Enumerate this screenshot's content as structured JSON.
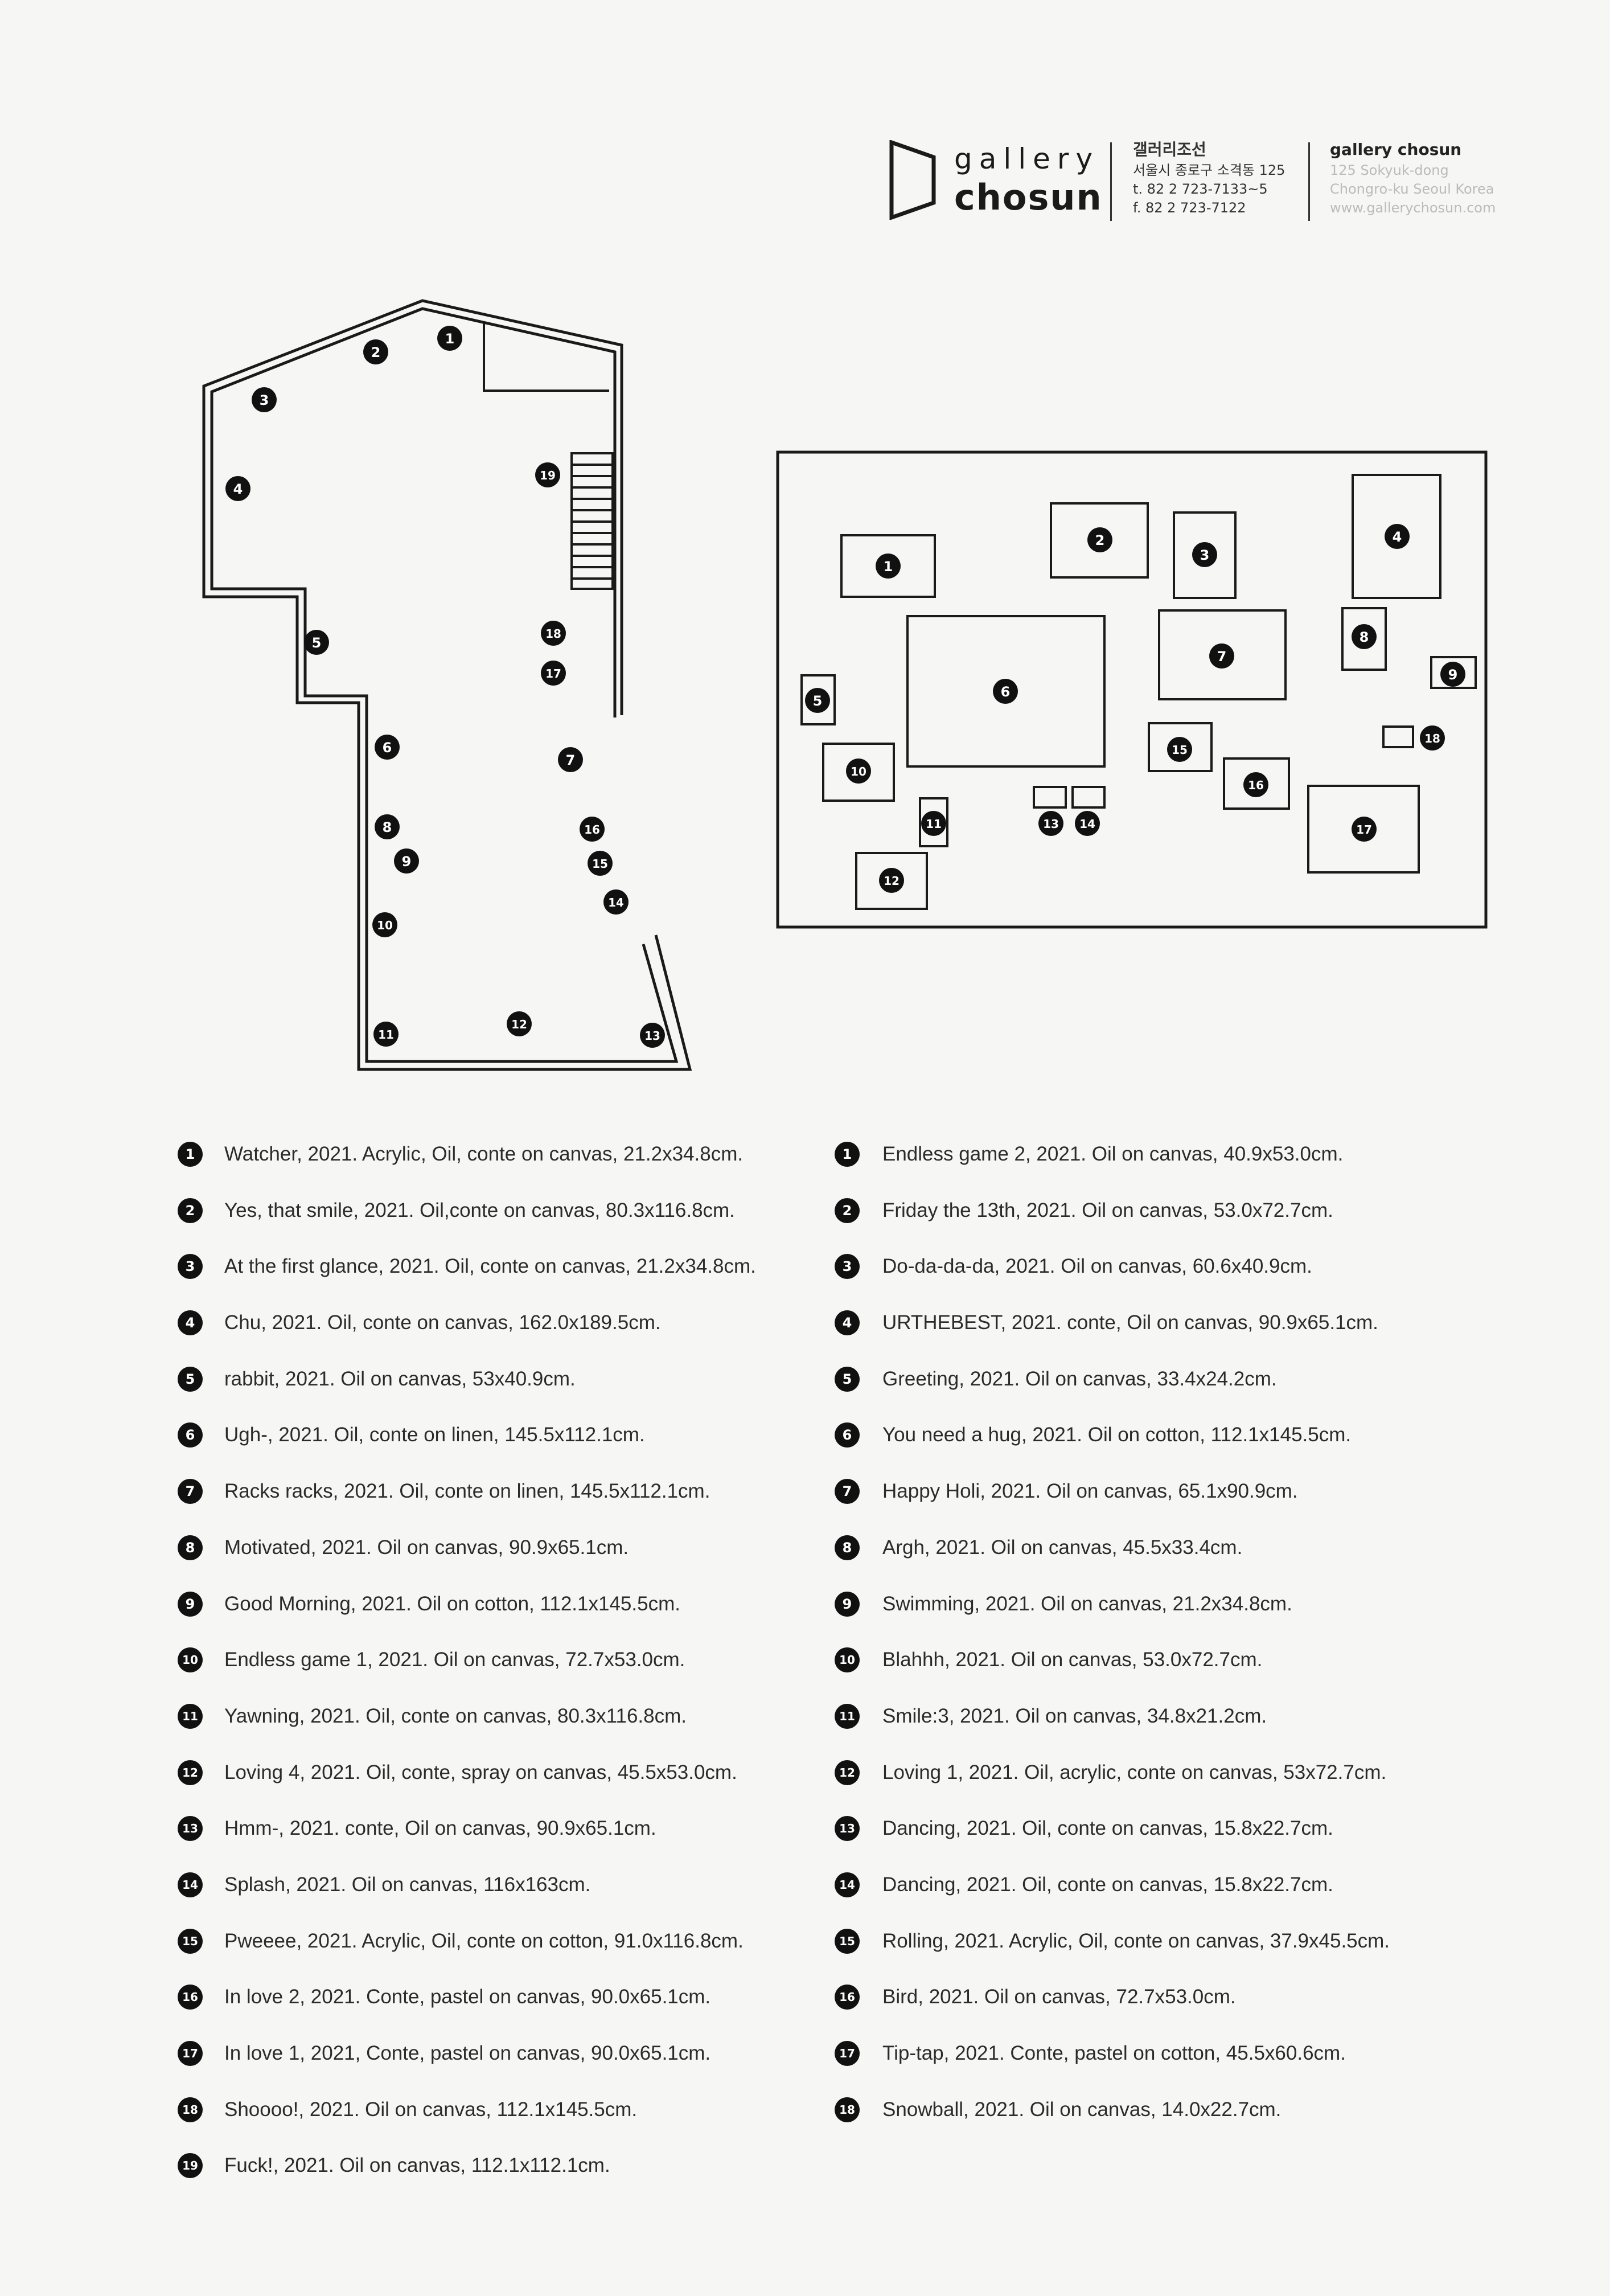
{
  "header": {
    "logo_word1": "gallery",
    "logo_word2": "chosun",
    "kr_name": "갤러리조선",
    "kr_address": "서울시 종로구 소격동 125",
    "kr_tel": "t. 82 2 723-7133~5",
    "kr_fax": "f. 82 2 723-7122",
    "en_name": "gallery chosun",
    "en_address": "125 Sokyuk-dong",
    "en_city": "Chongro-ku Seoul Korea",
    "en_web": "www.gallerychosun.com"
  },
  "floor_plan_1": {
    "markers": [
      "1",
      "2",
      "3",
      "4",
      "5",
      "6",
      "7",
      "8",
      "9",
      "10",
      "11",
      "12",
      "13",
      "14",
      "15",
      "16",
      "17",
      "18",
      "19"
    ]
  },
  "floor_plan_2": {
    "markers": [
      "1",
      "2",
      "3",
      "4",
      "5",
      "6",
      "7",
      "8",
      "9",
      "10",
      "11",
      "12",
      "13",
      "14",
      "15",
      "16",
      "17",
      "18"
    ]
  },
  "works_left": [
    {
      "num": "1",
      "text": "Watcher, 2021. Acrylic, Oil, conte on canvas, 21.2x34.8cm."
    },
    {
      "num": "2",
      "text": "Yes, that smile, 2021. Oil,conte on canvas, 80.3x116.8cm."
    },
    {
      "num": "3",
      "text": "At the first glance, 2021. Oil, conte on canvas, 21.2x34.8cm."
    },
    {
      "num": "4",
      "text": "Chu, 2021. Oil, conte on canvas, 162.0x189.5cm."
    },
    {
      "num": "5",
      "text": "rabbit, 2021. Oil on canvas, 53x40.9cm."
    },
    {
      "num": "6",
      "text": "Ugh-, 2021. Oil, conte on linen, 145.5x112.1cm."
    },
    {
      "num": "7",
      "text": "Racks racks, 2021. Oil, conte on linen, 145.5x112.1cm."
    },
    {
      "num": "8",
      "text": "Motivated, 2021. Oil on canvas, 90.9x65.1cm."
    },
    {
      "num": "9",
      "text": "Good Morning, 2021. Oil on cotton, 112.1x145.5cm."
    },
    {
      "num": "10",
      "text": "Endless game 1, 2021. Oil on canvas, 72.7x53.0cm."
    },
    {
      "num": "11",
      "text": "Yawning, 2021. Oil, conte on canvas, 80.3x116.8cm."
    },
    {
      "num": "12",
      "text": "Loving 4, 2021. Oil, conte, spray on canvas, 45.5x53.0cm."
    },
    {
      "num": "13",
      "text": "Hmm-, 2021. conte, Oil on canvas, 90.9x65.1cm."
    },
    {
      "num": "14",
      "text": "Splash, 2021. Oil on canvas, 116x163cm."
    },
    {
      "num": "15",
      "text": "Pweeee, 2021. Acrylic, Oil, conte on cotton, 91.0x116.8cm."
    },
    {
      "num": "16",
      "text": "In love 2, 2021. Conte, pastel on canvas, 90.0x65.1cm."
    },
    {
      "num": "17",
      "text": "In love 1, 2021, Conte, pastel on canvas, 90.0x65.1cm."
    },
    {
      "num": "18",
      "text": "Shoooo!, 2021. Oil on canvas, 112.1x145.5cm."
    },
    {
      "num": "19",
      "text": "Fuck!, 2021. Oil on canvas, 112.1x112.1cm."
    }
  ],
  "works_right": [
    {
      "num": "1",
      "text": "Endless game 2, 2021. Oil on canvas, 40.9x53.0cm."
    },
    {
      "num": "2",
      "text": "Friday the 13th, 2021. Oil on canvas, 53.0x72.7cm."
    },
    {
      "num": "3",
      "text": "Do-da-da-da, 2021. Oil on canvas, 60.6x40.9cm."
    },
    {
      "num": "4",
      "text": "URTHEBEST, 2021. conte, Oil on canvas, 90.9x65.1cm."
    },
    {
      "num": "5",
      "text": "Greeting, 2021. Oil on canvas, 33.4x24.2cm."
    },
    {
      "num": "6",
      "text": "You need a hug, 2021. Oil on cotton, 112.1x145.5cm."
    },
    {
      "num": "7",
      "text": "Happy Holi, 2021. Oil on canvas, 65.1x90.9cm."
    },
    {
      "num": "8",
      "text": "Argh, 2021. Oil on canvas, 45.5x33.4cm."
    },
    {
      "num": "9",
      "text": "Swimming, 2021. Oil on canvas, 21.2x34.8cm."
    },
    {
      "num": "10",
      "text": "Blahhh, 2021. Oil on canvas, 53.0x72.7cm."
    },
    {
      "num": "11",
      "text": "Smile:3, 2021. Oil on canvas, 34.8x21.2cm."
    },
    {
      "num": "12",
      "text": "Loving 1, 2021. Oil, acrylic, conte on canvas, 53x72.7cm."
    },
    {
      "num": "13",
      "text": "Dancing, 2021. Oil, conte on canvas, 15.8x22.7cm."
    },
    {
      "num": "14",
      "text": "Dancing, 2021. Oil, conte on canvas, 15.8x22.7cm."
    },
    {
      "num": "15",
      "text": "Rolling, 2021. Acrylic, Oil, conte on canvas, 37.9x45.5cm."
    },
    {
      "num": "16",
      "text": "Bird, 2021. Oil on canvas, 72.7x53.0cm."
    },
    {
      "num": "17",
      "text": "Tip-tap, 2021. Conte, pastel on cotton, 45.5x60.6cm."
    },
    {
      "num": "18",
      "text": "Snowball, 2021. Oil on canvas, 14.0x22.7cm."
    }
  ]
}
